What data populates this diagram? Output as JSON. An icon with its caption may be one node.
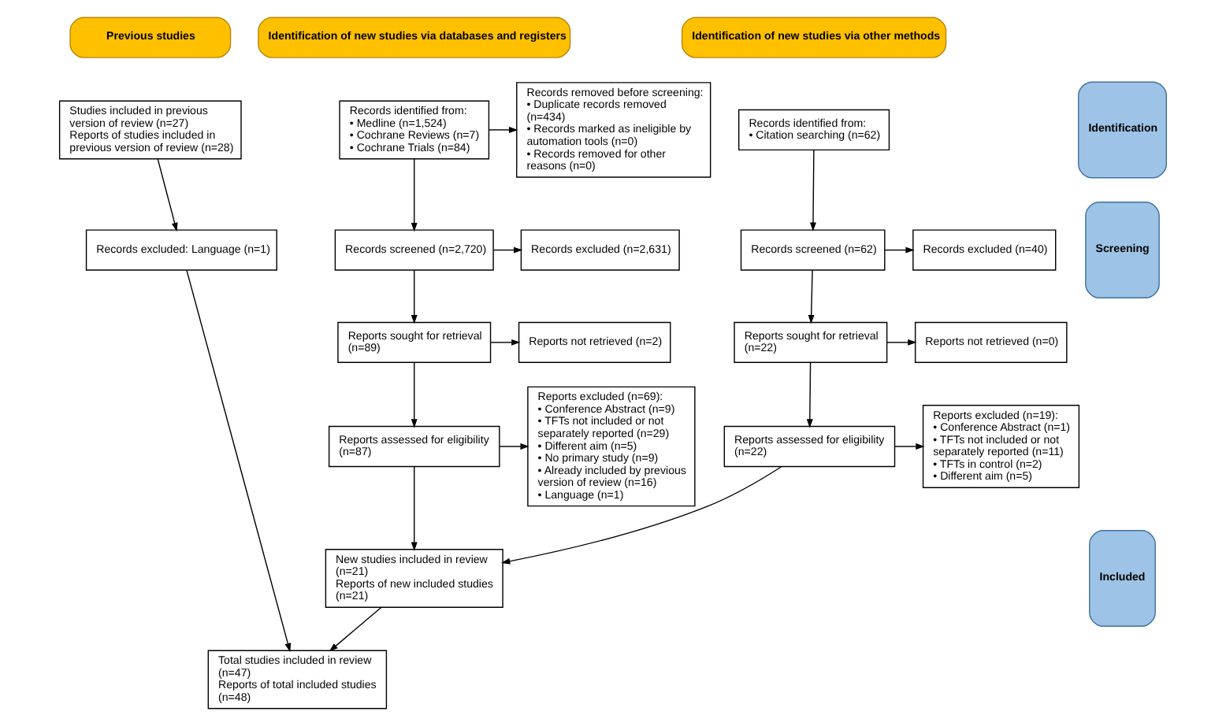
{
  "diagram": {
    "nodes": [
      {
        "text": [
          "Previous studies"
        ]
      },
      {
        "text": [
          "Identification of new studies via databases and registers"
        ]
      },
      {
        "text": [
          "Identification of new studies via other methods"
        ]
      },
      {
        "text": [
          "Identification"
        ]
      },
      {
        "text": [
          "Screening"
        ]
      },
      {
        "text": [
          "Included"
        ]
      },
      {
        "text": [
          "Studies included in previous version of review (n=27)",
          "Reports of studies included in previous version of review (n=28)"
        ]
      },
      {
        "text": [
          "Records identified from:",
          "• Medline (n=1,524)",
          "• Cochrane Reviews (n=7)",
          "• Cochrane Trials (n=84)"
        ]
      },
      {
        "text": [
          "Records removed before screening:",
          "• Duplicate records removed (n=434)",
          "• Records marked as ineligible by automation tools (n=0)",
          "• Records removed for other reasons (n=0)"
        ]
      },
      {
        "text": [
          "Records identified from:",
          "• Citation searching (n=62)"
        ]
      },
      {
        "text": [
          "Records excluded: Language (n=1)"
        ]
      },
      {
        "text": [
          "Records screened (n=2,720)"
        ]
      },
      {
        "text": [
          "Records excluded (n=2,631)"
        ]
      },
      {
        "text": [
          "Records screened (n=62)"
        ]
      },
      {
        "text": [
          "Records excluded (n=40)"
        ]
      },
      {
        "text": [
          "Reports sought for retrieval (n=89)"
        ]
      },
      {
        "text": [
          "Reports not retrieved (n=2)"
        ]
      },
      {
        "text": [
          "Reports sought for retrieval (n=22)"
        ]
      },
      {
        "text": [
          "Reports not retrieved (n=0)"
        ]
      },
      {
        "text": [
          "Reports assessed for eligibility (n=87)"
        ]
      },
      {
        "text": [
          "Reports excluded (n=69):",
          "• Conference Abstract (n=9)",
          "• TFTs not included or not separately reported (n=29)",
          "• Different aim (n=5)",
          "• No primary study (n=9)",
          "• Already included by previous version of review (n=16)",
          "• Language (n=1)"
        ]
      },
      {
        "text": [
          "Reports assessed for eligibility (n=22)"
        ]
      },
      {
        "text": [
          "Reports excluded (n=19):",
          "• Conference Abstract (n=1)",
          "• TFTs not included or not separately reported (n=11)",
          "• TFTs in control (n=2)",
          "• Different aim (n=5)"
        ]
      },
      {
        "text": [
          "New studies included in review (n=21)",
          "Reports of new included studies (n=21)"
        ]
      },
      {
        "text": [
          "Total studies included in review (n=47)",
          "Reports of total included studies (n=48)"
        ]
      }
    ],
    "edges": [
      {
        "from": 6,
        "to": 10,
        "arrow": "to"
      },
      {
        "from": 7,
        "to": 8,
        "arrow": "to"
      },
      {
        "from": 7,
        "to": 11,
        "arrow": "to"
      },
      {
        "from": 11,
        "to": 12,
        "arrow": "to"
      },
      {
        "from": 11,
        "to": 15,
        "arrow": "to"
      },
      {
        "from": 15,
        "to": 16,
        "arrow": "to"
      },
      {
        "from": 15,
        "to": 19,
        "arrow": "to"
      },
      {
        "from": 19,
        "to": 20,
        "arrow": "to"
      },
      {
        "from": 19,
        "to": 23,
        "arrow": "to"
      },
      {
        "from": 9,
        "to": 13,
        "arrow": "to"
      },
      {
        "from": 13,
        "to": 14,
        "arrow": "to"
      },
      {
        "from": 13,
        "to": 17,
        "arrow": "to"
      },
      {
        "from": 17,
        "to": 18,
        "arrow": "to"
      },
      {
        "from": 17,
        "to": 21,
        "arrow": "to"
      },
      {
        "from": 21,
        "to": 22,
        "arrow": "to"
      },
      {
        "from": 21,
        "to": 23,
        "arrow": "to"
      },
      {
        "from": 23,
        "to": 24,
        "arrow": "to"
      },
      {
        "from": 10,
        "to": 24,
        "arrow": "to"
      }
    ]
  }
}
